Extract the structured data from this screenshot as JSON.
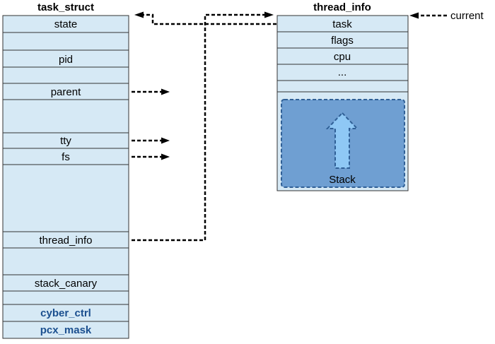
{
  "task_struct": {
    "title": "task_struct",
    "fields": {
      "state": "state",
      "pid": "pid",
      "parent": "parent",
      "tty": "tty",
      "fs": "fs",
      "thread_info": "thread_info",
      "stack_canary": "stack_canary",
      "cyber_ctrl": "cyber_ctrl",
      "pcx_mask": "pcx_mask"
    }
  },
  "thread_info": {
    "title": "thread_info",
    "fields": {
      "task": "task",
      "flags": "flags",
      "cpu": "cpu",
      "ellipsis": "..."
    },
    "stack_label": "Stack"
  },
  "current_label": "current",
  "colors": {
    "cell_fill": "#d6e9f5",
    "stack_fill": "#6f9fd2",
    "stack_arrow": "#8fc8f5",
    "highlight_text": "#1b4f8f"
  }
}
